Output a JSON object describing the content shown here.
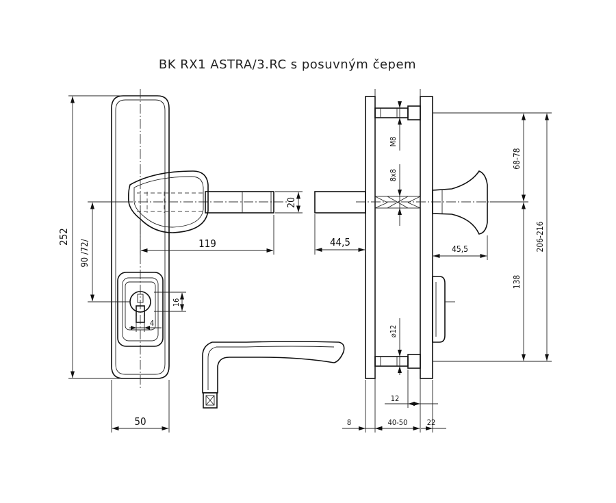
{
  "title": "BK RX1 ASTRA/3.RC s posuvným čepem",
  "dimensions": {
    "d252": "252",
    "d90_72": "90 /72/",
    "d119": "119",
    "d20": "20",
    "d16": "16",
    "d4": "4",
    "d50": "50",
    "d44_5": "44,5",
    "dM8": "M8",
    "d8x8": "8x8",
    "d45_5": "45,5",
    "d68_78": "68-78",
    "d206_216": "206-216",
    "d138": "138",
    "d12dia": "⌀12",
    "d12": "12",
    "d8": "8",
    "d40_50": "40-50",
    "d22": "22"
  }
}
